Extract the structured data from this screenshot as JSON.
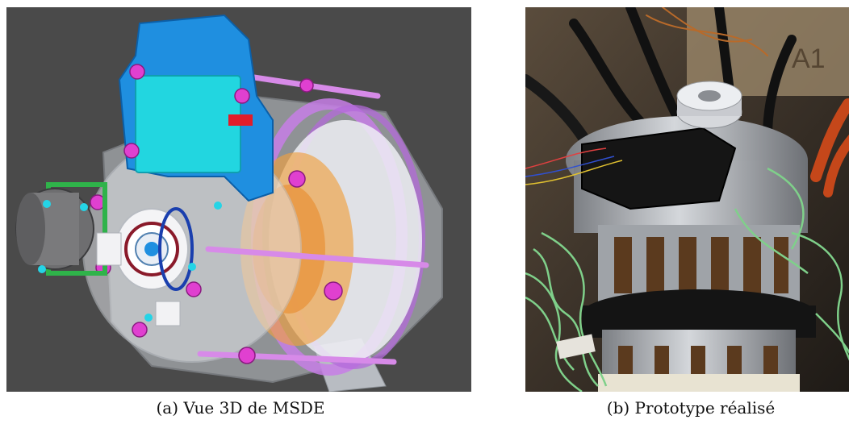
{
  "figures": [
    {
      "label": "(a)",
      "caption": "Vue 3D de MSDE"
    },
    {
      "label": "(b)",
      "caption": "Prototype réalisé"
    }
  ],
  "background_text": "A1"
}
